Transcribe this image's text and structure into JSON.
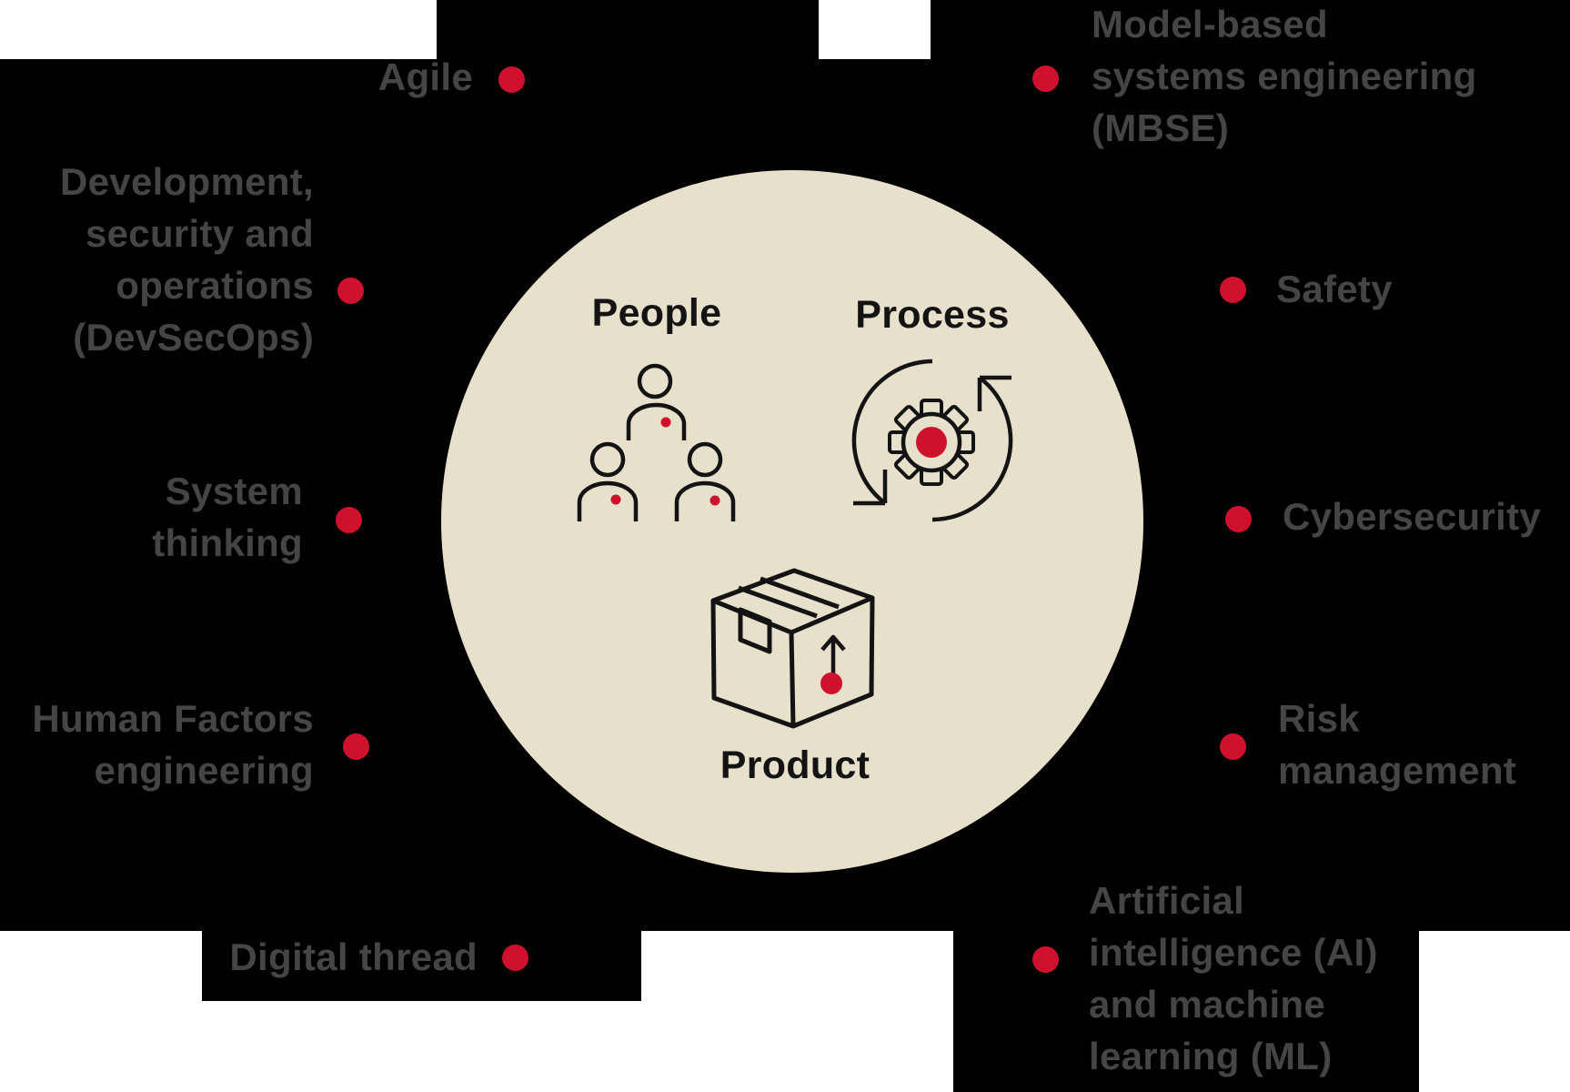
{
  "title": "People, Process, Product systems engineering themes diagram",
  "colors": {
    "background_black": "#000000",
    "background_white": "#ffffff",
    "circle_beige": "#e7e0cb",
    "accent_red": "#d0112e",
    "label_gray": "#454545",
    "ink_black": "#131313"
  },
  "center": {
    "people_label": "People",
    "process_label": "Process",
    "product_label": "Product",
    "icons": [
      "people-icon",
      "process-sync-gear-icon",
      "product-box-icon"
    ]
  },
  "labels": {
    "agile": {
      "text": "Agile"
    },
    "devsecops": {
      "line1": "Development,",
      "line2": "security and",
      "line3": "operations",
      "line4": "(DevSecOps)"
    },
    "system_thinking": {
      "line1": "System",
      "line2": "thinking"
    },
    "human_factors": {
      "line1": "Human Factors",
      "line2": "engineering"
    },
    "digital_thread": {
      "text": "Digital thread"
    },
    "mbse": {
      "line1": "Model-based",
      "line2": "systems engineering",
      "line3": "(MBSE)"
    },
    "safety": {
      "text": "Safety"
    },
    "cybersecurity": {
      "text": "Cybersecurity"
    },
    "risk_management": {
      "line1": "Risk",
      "line2": "management"
    },
    "ai_ml": {
      "line1": "Artificial",
      "line2": "intelligence (AI)",
      "line3": "and machine",
      "line4": "learning (ML)"
    }
  }
}
